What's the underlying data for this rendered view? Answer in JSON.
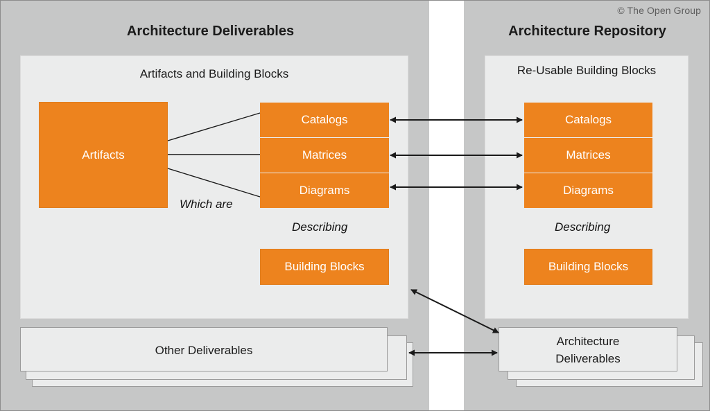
{
  "copyright": "© The Open Group",
  "panels": {
    "left": {
      "title": "Architecture Deliverables",
      "inner_heading": "Artifacts and Building Blocks",
      "artifacts_label": "Artifacts",
      "artifact_types": [
        "Catalogs",
        "Matrices",
        "Diagrams"
      ],
      "connector_label": "Which are",
      "describing_label": "Describing",
      "building_blocks_label": "Building Blocks",
      "bottom_stack_label": "Other Deliverables"
    },
    "right": {
      "title": "Architecture Repository",
      "inner_heading": "Re-Usable Building Blocks",
      "artifact_types": [
        "Catalogs",
        "Matrices",
        "Diagrams"
      ],
      "describing_label": "Describing",
      "building_blocks_label": "Building Blocks",
      "bottom_stack_label": "Architecture\nDeliverables"
    }
  },
  "colors": {
    "orange": "#ed831e",
    "panel_gray": "#c6c7c7",
    "inner_panel": "#ebecec",
    "card": "#ebecec",
    "line": "#1a1a1a",
    "text": "#1b1b1b"
  }
}
